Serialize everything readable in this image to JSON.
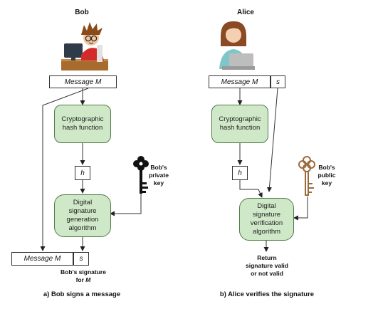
{
  "bob_side": {
    "name": "Bob",
    "message_box": "Message M",
    "hash_box": "Cryptographic hash function",
    "hash_value": "h",
    "key_label_line1": "Bob's",
    "key_label_line2": "private",
    "key_label_line3": "key",
    "algorithm_box": "Digital signature generation algorithm",
    "output_message": "Message M",
    "output_sig": "s",
    "signature_caption_line1": "Bob's signature",
    "signature_caption_line2_prefix": "for ",
    "signature_caption_line2_var": "M",
    "caption": "a) Bob signs a message"
  },
  "alice_side": {
    "name": "Alice",
    "message_box": "Message M",
    "sig_box": "s",
    "hash_box": "Cryptographic hash function",
    "hash_value": "h",
    "key_label_line1": "Bob's",
    "key_label_line2": "public",
    "key_label_line3": "key",
    "algorithm_box": "Digital signature verification algorithm",
    "result_line1": "Return",
    "result_line2": "signature valid",
    "result_line3": "or not valid",
    "caption": "b) Alice verifies the signature"
  },
  "colors": {
    "green_fill": "#cfe8c8",
    "green_border": "#4f7a45",
    "private_key": "#111111",
    "public_key": "#9b6a3c"
  },
  "icons": [
    "bob-avatar-icon",
    "alice-avatar-icon",
    "private-key-icon",
    "public-key-icon"
  ]
}
